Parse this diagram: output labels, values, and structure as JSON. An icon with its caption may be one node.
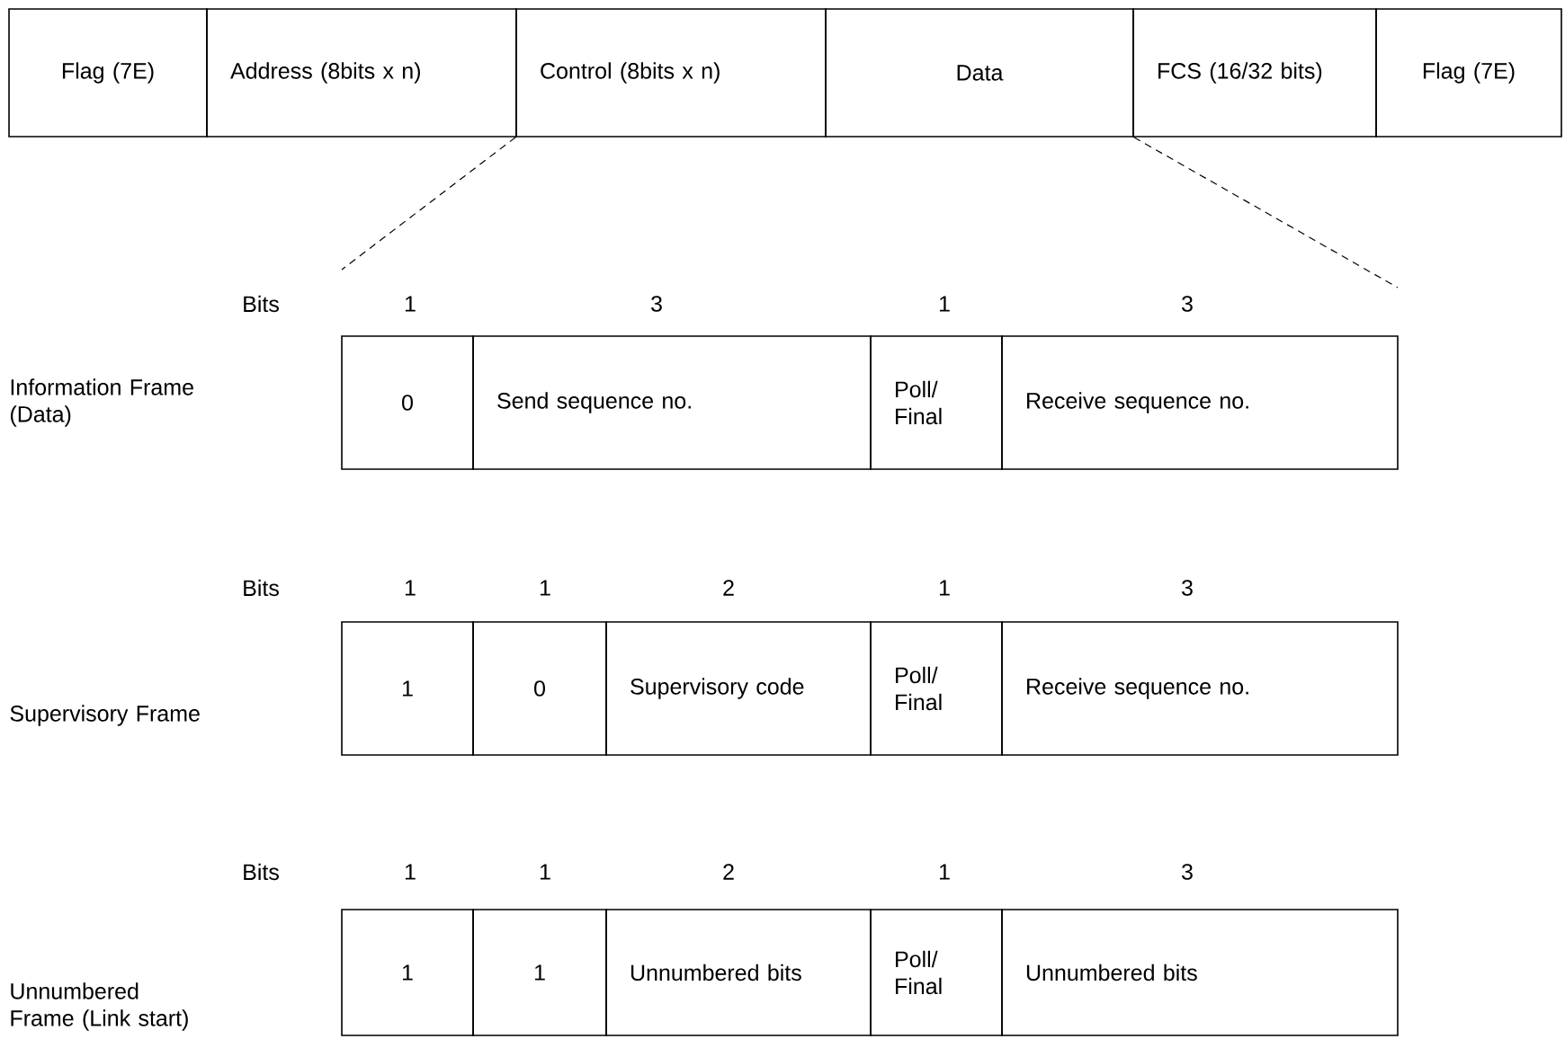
{
  "diagram": {
    "nodes": [
      {
        "text": [
          "Flag (7E)"
        ]
      },
      {
        "text": [
          "Address (8bits x n)"
        ]
      },
      {
        "text": [
          "Control (8bits x n)"
        ]
      },
      {
        "text": [
          "Data"
        ]
      },
      {
        "text": [
          "FCS (16/32 bits)"
        ]
      },
      {
        "text": [
          "Flag (7E)"
        ]
      },
      {
        "text": [
          "0"
        ]
      },
      {
        "text": [
          "Send sequence no."
        ]
      },
      {
        "text": [
          "Poll/ Final"
        ]
      },
      {
        "text": [
          "Receive sequence no."
        ]
      },
      {
        "text": [
          "1"
        ]
      },
      {
        "text": [
          "0"
        ]
      },
      {
        "text": [
          "Supervisory code"
        ]
      },
      {
        "text": [
          "Poll/ Final"
        ]
      },
      {
        "text": [
          "Receive sequence no."
        ]
      },
      {
        "text": [
          "1"
        ]
      },
      {
        "text": [
          "1"
        ]
      },
      {
        "text": [
          "Unnumbered bits"
        ]
      },
      {
        "text": [
          "Poll/ Final"
        ]
      },
      {
        "text": [
          "Unnumbered bits"
        ]
      }
    ],
    "edges": [
      {
        "from": 2,
        "to": null,
        "arrow": "none",
        "style": "dashed"
      },
      {
        "from": 3,
        "to": null,
        "arrow": "none",
        "style": "dashed"
      }
    ],
    "labels": [
      "Bits",
      "1",
      "3",
      "1",
      "3",
      "Information Frame (Data)",
      "Bits",
      "1",
      "1",
      "2",
      "1",
      "3",
      "Supervisory Frame",
      "Bits",
      "1",
      "1",
      "2",
      "1",
      "3",
      "Unnumbered Frame (Link start)"
    ]
  }
}
